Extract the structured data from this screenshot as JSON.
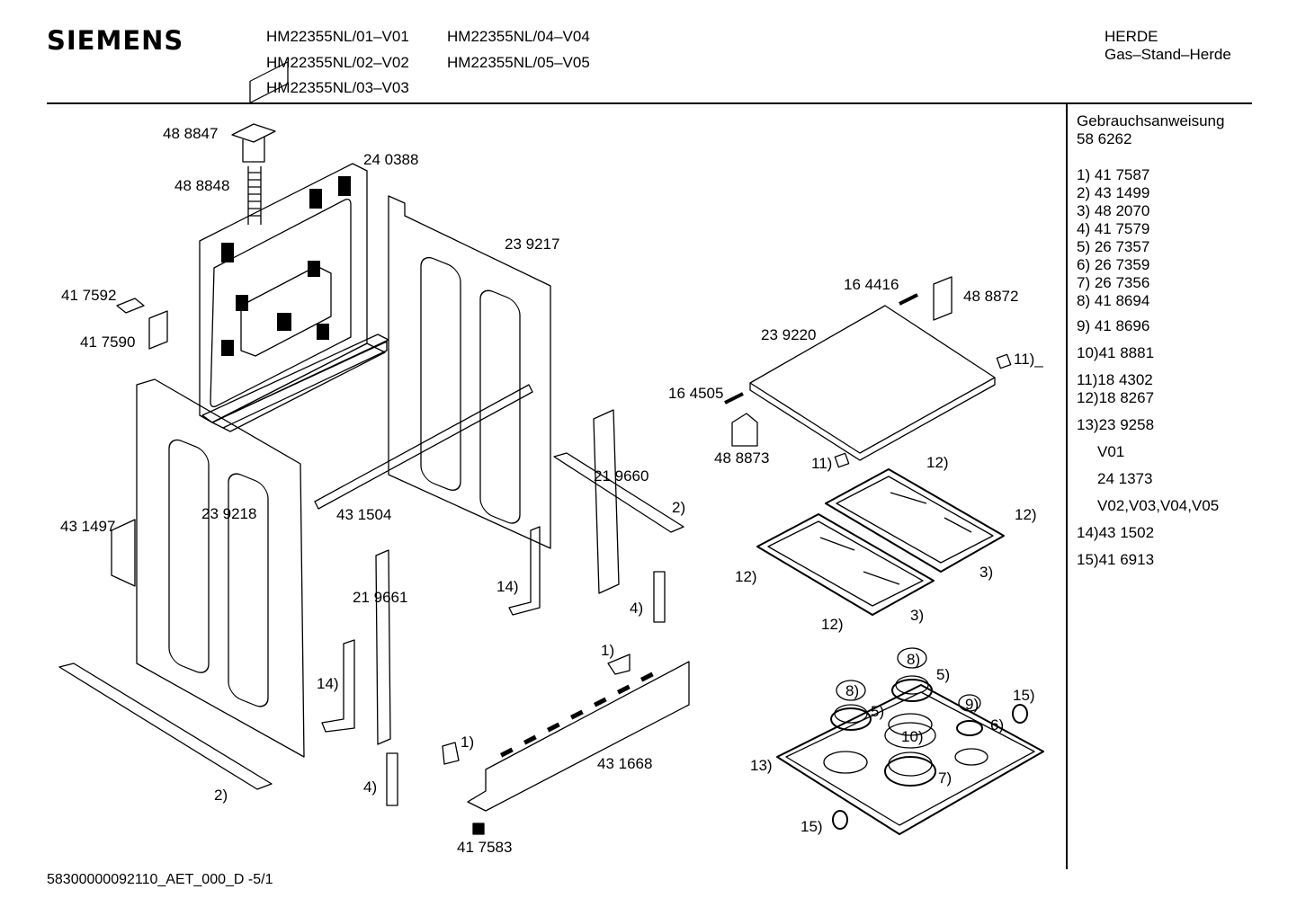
{
  "header": {
    "brand": "SIEMENS",
    "models": [
      "HM22355NL/01–V01",
      "HM22355NL/02–V02",
      "HM22355NL/03–V03",
      "HM22355NL/04–V04",
      "HM22355NL/05–V05"
    ],
    "category": "HERDE",
    "subcategory": "Gas–Stand–Herde"
  },
  "sidebar": {
    "manual_title": "Gebrauchsanweisung",
    "manual_number": "58 6262",
    "parts": [
      "1) 41 7587",
      "2) 43 1499",
      "3) 48 2070",
      "4) 41 7579",
      "5) 26 7357",
      "6) 26 7359",
      "7) 26 7356",
      "8) 41 8694",
      "9) 41 8696",
      "10)41 8881",
      "11)18 4302",
      "12)18 8267",
      "13)23 9258",
      "V01",
      "24 1373",
      "V02,V03,V04,V05",
      "14)43 1502",
      "15)41 6913"
    ]
  },
  "callouts": [
    "48 8847",
    "24 0388",
    "48 8848",
    "23 9217",
    "41 7592",
    "41 7590",
    "23 9218",
    "43 1497",
    "43 1504",
    "21 9660",
    "21 9661",
    "43 1668",
    "41 7583",
    "16 4416",
    "48 8872",
    "23 9220",
    "16 4505",
    "48 8873",
    "11)_",
    "11)",
    "12)",
    "12)",
    "12)",
    "12)",
    "3)",
    "3)",
    "2)",
    "2)",
    "14)",
    "14)",
    "4)",
    "4)",
    "1)",
    "1)",
    "8)",
    "8)",
    "5)",
    "5)",
    "9)",
    "6)",
    "10)",
    "7)",
    "13)",
    "15)",
    "15)"
  ],
  "footer": "58300000092110_AET_000_D -5/1"
}
